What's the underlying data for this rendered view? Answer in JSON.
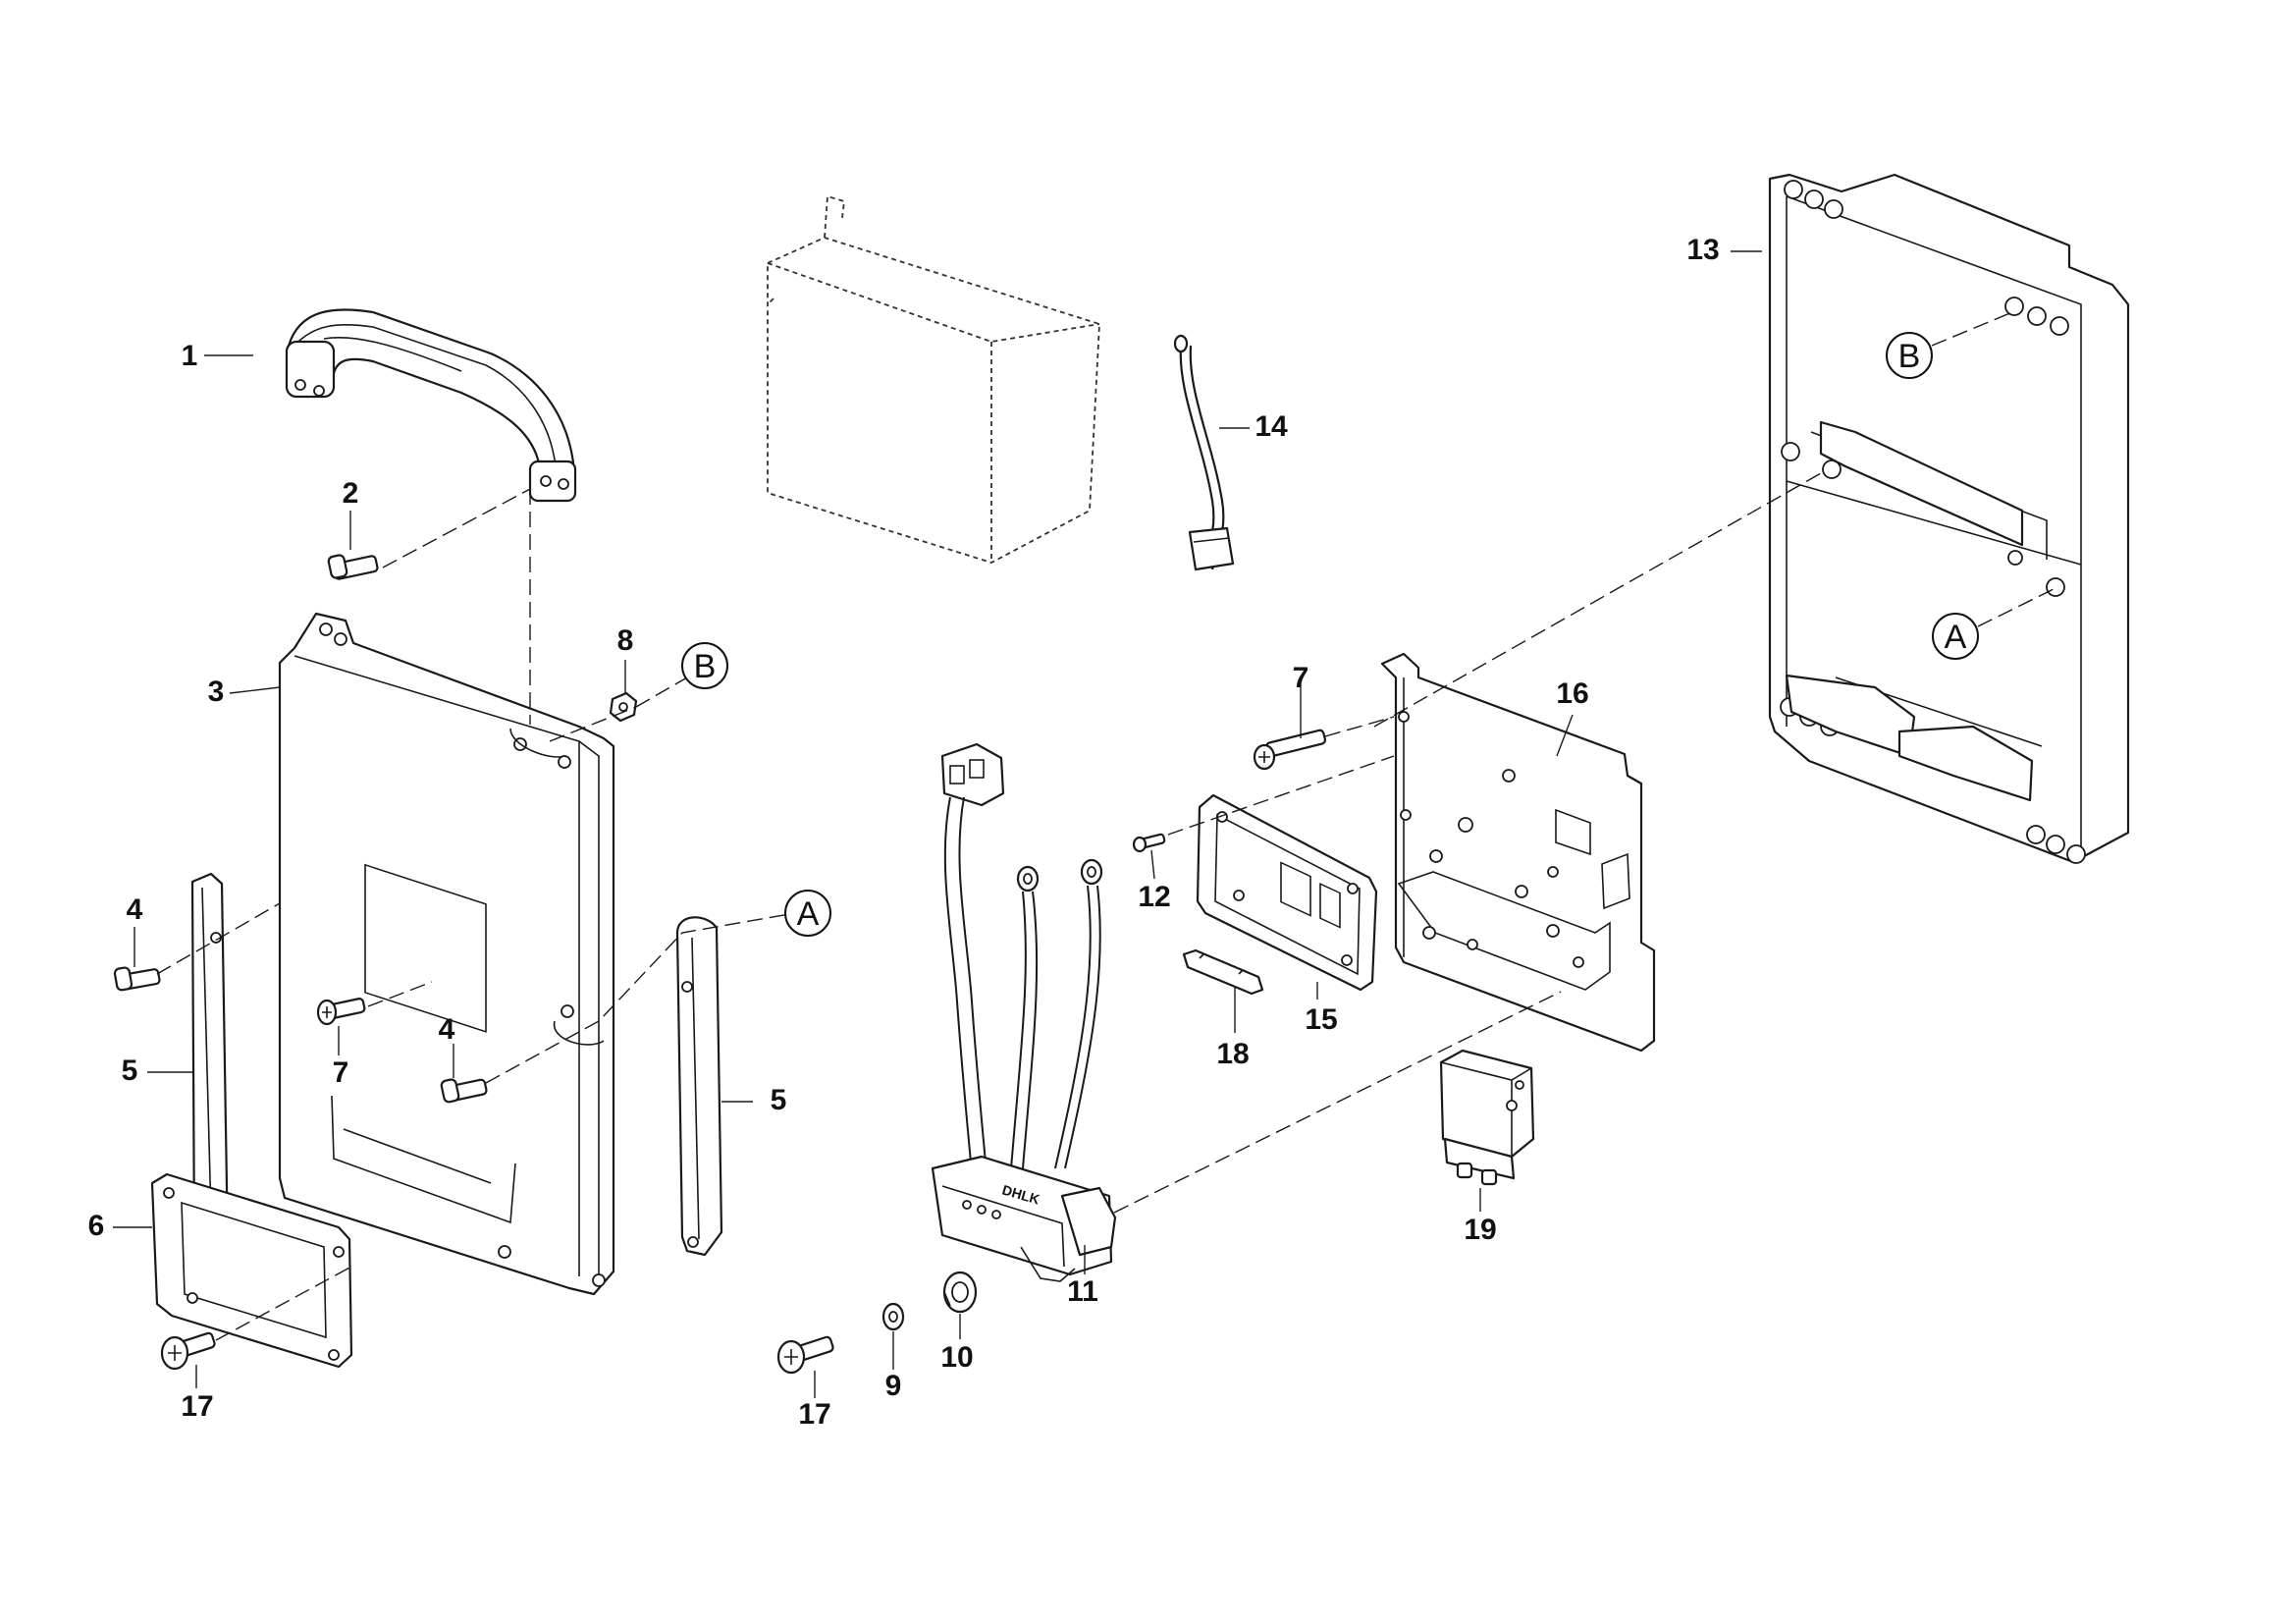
{
  "labels": {
    "p1": "1",
    "p2": "2",
    "p3": "3",
    "p4a": "4",
    "p4b": "4",
    "p5a": "5",
    "p5b": "5",
    "p6": "6",
    "p7a": "7",
    "p7b": "7",
    "p8": "8",
    "p9": "9",
    "p10": "10",
    "p11": "11",
    "p12": "12",
    "p13": "13",
    "p14": "14",
    "p15": "15",
    "p16": "16",
    "p17a": "17",
    "p17b": "17",
    "p18": "18",
    "p19": "19"
  },
  "refs": {
    "b_cover": "B",
    "a_cover": "A",
    "b_box": "B",
    "a_box": "A"
  },
  "connector_marking": "DHLK"
}
